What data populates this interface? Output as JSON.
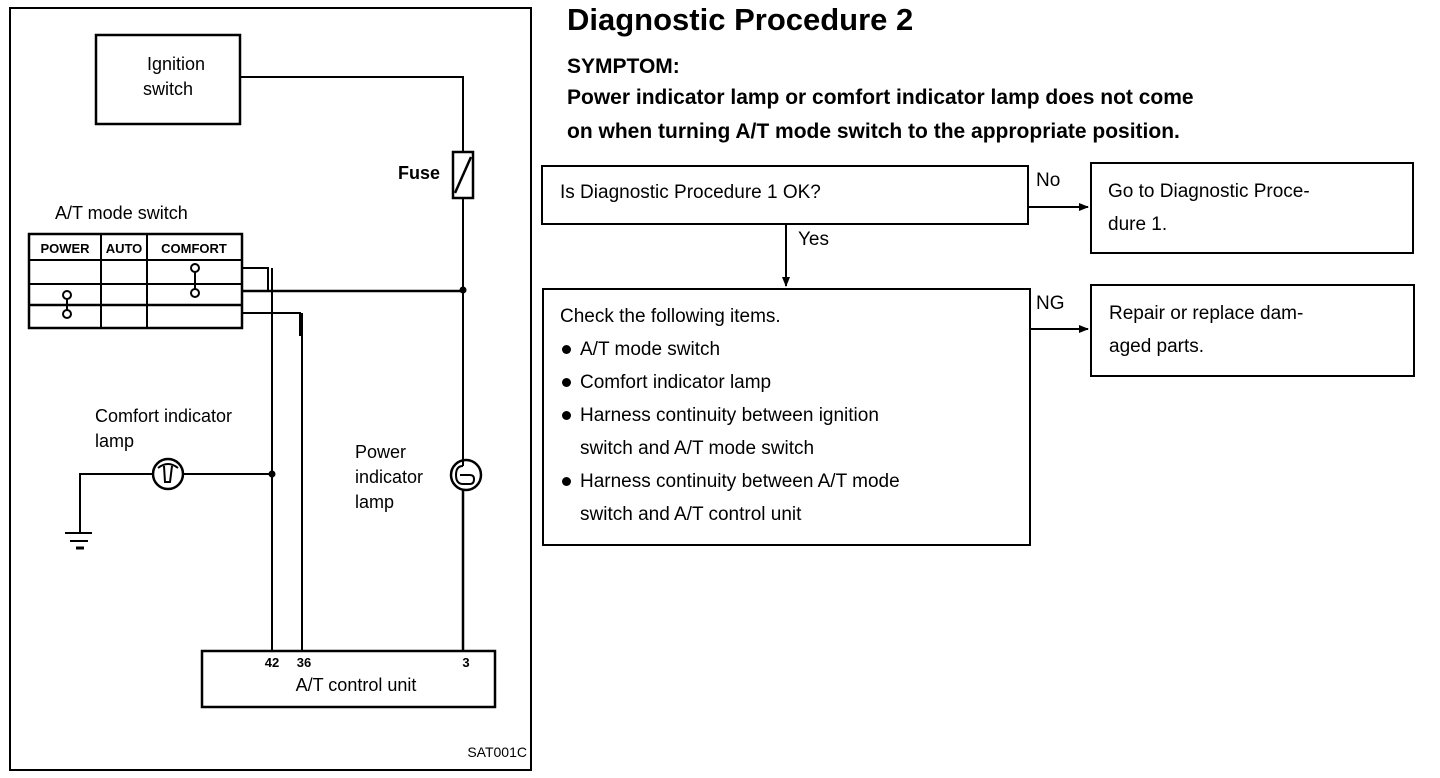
{
  "procedure": {
    "title": "Diagnostic Procedure 2",
    "symptom_heading": "SYMPTOM:",
    "symptom_lines": [
      "Power indicator lamp or comfort indicator lamp does not come",
      "on when turning A/T mode switch to the appropriate position."
    ]
  },
  "flowchart": {
    "step1": {
      "question": "Is Diagnostic Procedure 1 OK?",
      "no_label": "No",
      "no_action_lines": [
        "Go to Diagnostic Proce-",
        "dure 1."
      ],
      "yes_label": "Yes"
    },
    "step2": {
      "heading": "Check the following items.",
      "items": [
        [
          "A/T mode switch"
        ],
        [
          "Comfort indicator lamp"
        ],
        [
          "Harness continuity between ignition",
          "switch and A/T mode switch"
        ],
        [
          "Harness continuity between A/T mode",
          "switch and A/T control unit"
        ]
      ],
      "ng_label": "NG",
      "ng_action_lines": [
        "Repair or replace dam-",
        "aged parts."
      ]
    }
  },
  "wiring_diagram": {
    "ignition_switch_lines": [
      "Ignition",
      "switch"
    ],
    "fuse_label": "Fuse",
    "mode_switch_label": "A/T mode switch",
    "mode_switch_columns": [
      "POWER",
      "AUTO",
      "COMFORT"
    ],
    "comfort_lamp_lines": [
      "Comfort indicator",
      "lamp"
    ],
    "power_lamp_lines": [
      "Power",
      "indicator",
      "lamp"
    ],
    "control_unit_label": "A/T control unit",
    "terminals": [
      "42",
      "36",
      "3"
    ],
    "figure_code": "SAT001C"
  }
}
